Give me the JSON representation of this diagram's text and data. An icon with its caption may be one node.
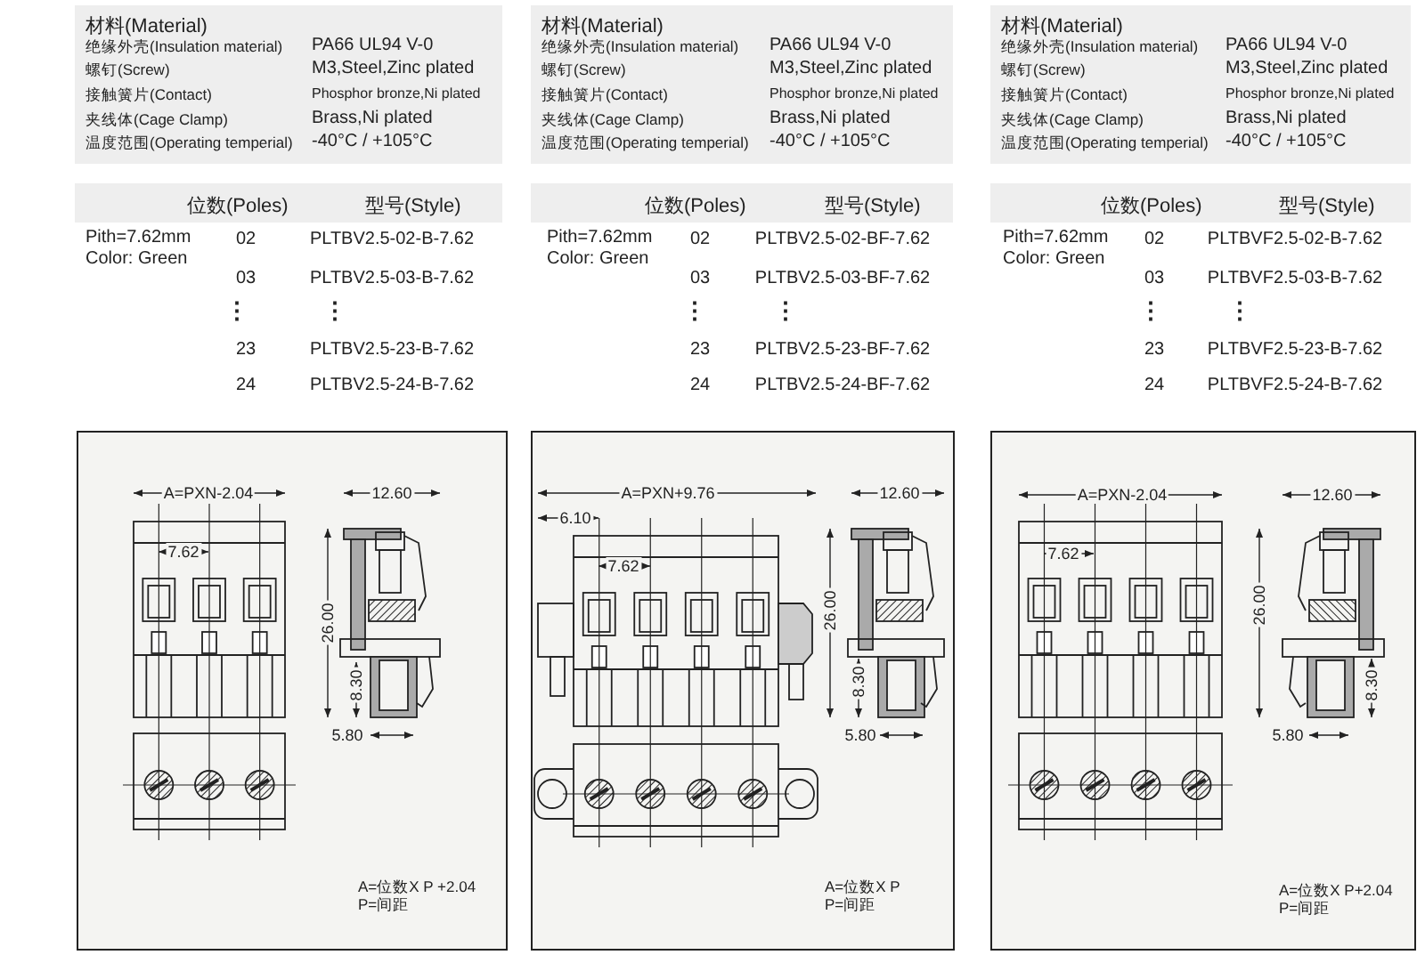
{
  "diagram": {
    "nodes": [
      {
        "text": [
          "材料(Material)",
          "绝缘外壳(Insulation material)",
          "PA66 UL94 V-0",
          "螺钉(Screw)",
          "M3,Steel,Zinc plated",
          "接触簧片(Contact)",
          "Phosphor bronze,Ni plated",
          "夹线体(Cage Clamp)",
          "Brass,Ni plated",
          "温度范围(Operating temperial)",
          "-40°C / +105°C"
        ]
      },
      {
        "text": [
          "材料(Material)",
          "绝缘外壳(Insulation material)",
          "PA66 UL94 V-0",
          "螺钉(Screw)",
          "M3,Steel,Zinc plated",
          "接触簧片(Contact)",
          "Phosphor bronze,Ni plated",
          "夹线体(Cage Clamp)",
          "Brass,Ni plated",
          "温度范围(Operating temperial)",
          "-40°C / +105°C"
        ]
      },
      {
        "text": [
          "材料(Material)",
          "绝缘外壳(Insulation material)",
          "PA66 UL94 V-0",
          "螺钉(Screw)",
          "M3,Steel,Zinc plated",
          "接触簧片(Contact)",
          "Phosphor bronze,Ni plated",
          "夹线体(Cage Clamp)",
          "Brass,Ni plated",
          "温度范围(Operating temperial)",
          "-40°C / +105°C"
        ]
      },
      {
        "text": [
          "位数(Poles)",
          "型号(Style)"
        ]
      },
      {
        "text": [
          "位数(Poles)",
          "型号(Style)"
        ]
      },
      {
        "text": [
          "位数(Poles)",
          "型号(Style)"
        ]
      },
      {
        "text": [
          "A=位数X P +2.04",
          "P=间距"
        ]
      },
      {
        "text": [
          "A=位数X P",
          "P=间距"
        ]
      },
      {
        "text": [
          "A=位数X P+2.04",
          "P=间距"
        ]
      }
    ],
    "labels": [
      "Pith=7.62mm",
      "Color: Green",
      "02",
      "PLTBV2.5-02-B-7.62",
      "03",
      "PLTBV2.5-03-B-7.62",
      "⋮",
      "⋮",
      "23",
      "PLTBV2.5-23-B-7.62",
      "24",
      "PLTBV2.5-24-B-7.62",
      "Pith=7.62mm",
      "Color: Green",
      "02",
      "PLTBV2.5-02-BF-7.62",
      "03",
      "PLTBV2.5-03-BF-7.62",
      "⋮",
      "⋮",
      "23",
      "PLTBV2.5-23-BF-7.62",
      "24",
      "PLTBV2.5-24-BF-7.62",
      "Pith=7.62mm",
      "Color: Green",
      "02",
      "PLTBVF2.5-02-B-7.62",
      "03",
      "PLTBVF2.5-03-B-7.62",
      "⋮",
      "⋮",
      "23",
      "PLTBVF2.5-23-B-7.62",
      "24",
      "PLTBVF2.5-24-B-7.62",
      "A=PXN-2.04",
      "12.60",
      "7.62",
      "26.00",
      "8.30",
      "5.80",
      "A=PXN+9.76",
      "6.10",
      "7.62",
      "12.60",
      "26.00",
      "8.30",
      "5.80",
      "A=PXN-2.04",
      "7.62",
      "12.60",
      "26.00",
      "8.30",
      "5.80"
    ]
  }
}
